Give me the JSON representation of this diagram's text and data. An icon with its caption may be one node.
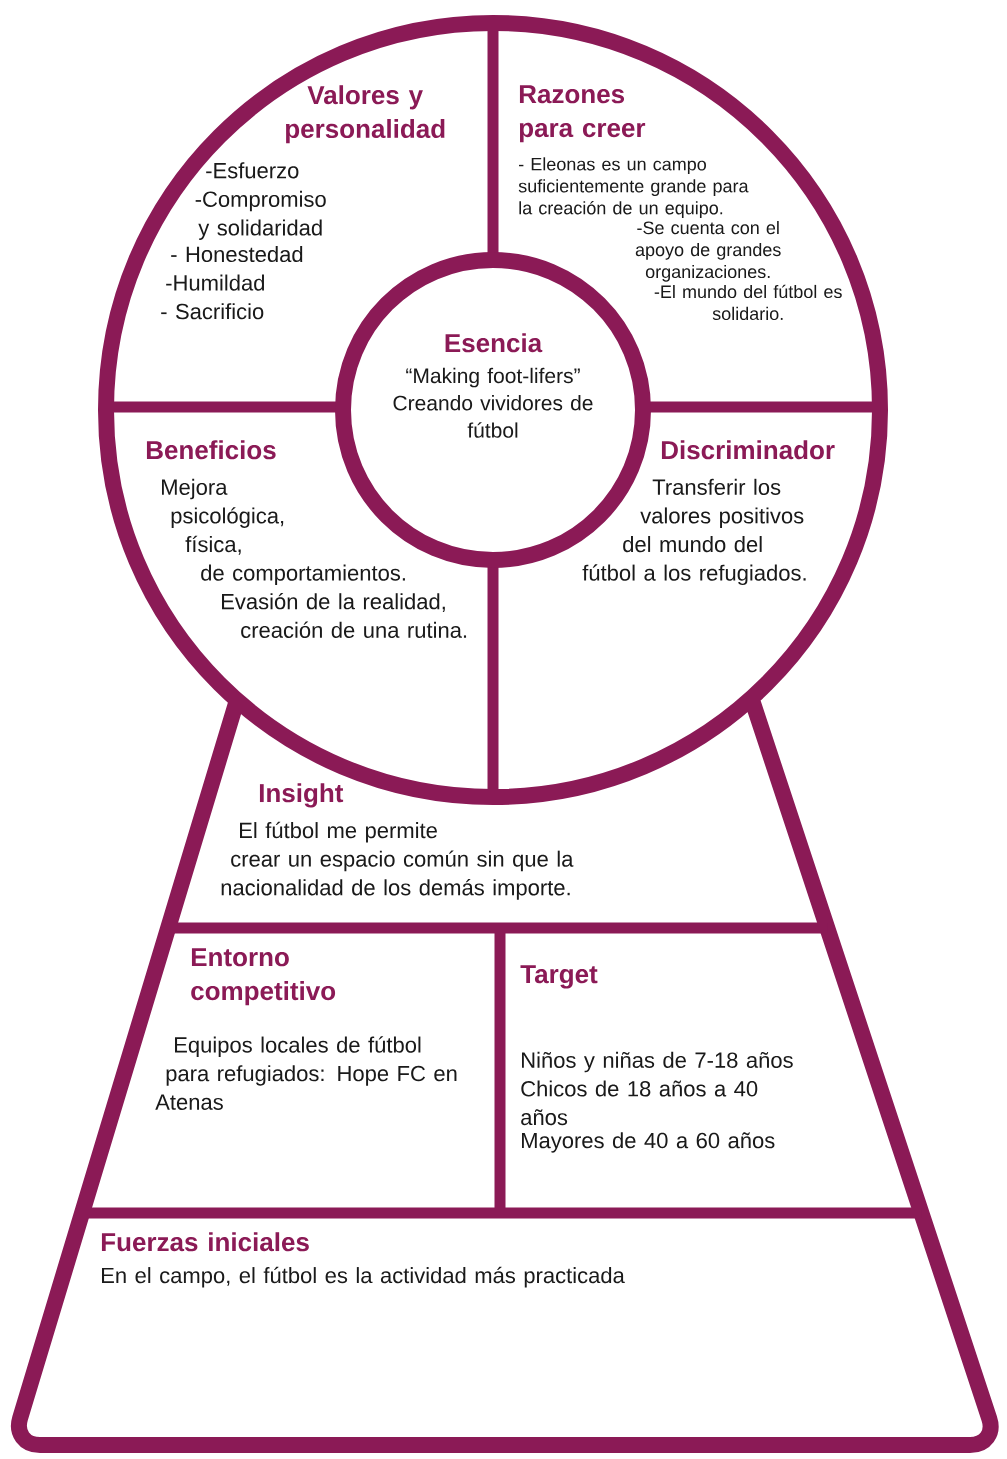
{
  "diagram": {
    "nodes": [
      {
        "text": [
          "Valores y personalidad",
          "-Esfuerzo",
          "-Compromiso y solidaridad",
          "- Honestedad",
          "-Humildad",
          "- Sacrificio"
        ]
      },
      {
        "text": [
          "Razones para creer",
          "- Eleonas es un campo suficientemente grande para la creación de un equipo.",
          "-Se cuenta con el apoyo de grandes organizaciones.",
          "-El mundo del fútbol es solidario."
        ]
      },
      {
        "text": [
          "Esencia",
          "“Making foot-lifers” Creando vividores de fútbol"
        ]
      },
      {
        "text": [
          "Beneficios",
          "Mejora psicológica, física, de comportamientos. Evasión de la realidad, creación de una rutina."
        ]
      },
      {
        "text": [
          "Discriminador",
          "Transferir los valores positivos del mundo del fútbol a los refugiados."
        ]
      },
      {
        "text": [
          "Insight",
          "El fútbol me permite crear un espacio común sin que la nacionalidad de los demás importe."
        ]
      },
      {
        "text": [
          "Entorno competitivo",
          "Equipos locales de fútbol para refugiados: Hope FC en Atenas"
        ]
      },
      {
        "text": [
          "Target",
          "Niños y niñas de 7-18 años",
          "Chicos de 18 años a 40 años",
          "Mayores de 40 a 60 años"
        ]
      },
      {
        "text": [
          "Fuerzas iniciales",
          "En el campo, el fútbol es la actividad más practicada"
        ]
      }
    ]
  }
}
